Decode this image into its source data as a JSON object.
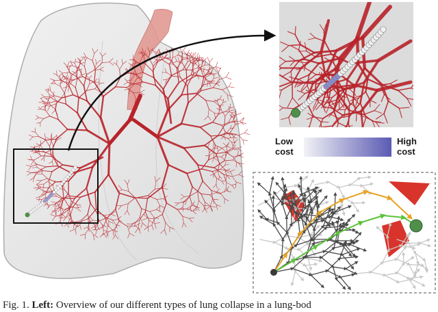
{
  "figure": {
    "legend": {
      "low_line1": "Low",
      "low_line2": "cost",
      "high_line1": "High",
      "high_line2": "cost",
      "gradient_from": "#f2f2f6",
      "gradient_to": "#5a5ab4"
    },
    "colors": {
      "airway": "#b8232a",
      "lung_outline": "#bdbdbd",
      "artery": "#e39a93",
      "tree_dark": "#4a4a4a",
      "tree_light": "#c8c8c8",
      "path_orange": "#e8a325",
      "path_green": "#5cc23a",
      "obstacle": "#d9342b",
      "goal": "#4f8f4a"
    },
    "icons": [
      "curved-arrow-icon",
      "zoom-box-icon",
      "start-node-icon",
      "goal-node-icon"
    ]
  },
  "caption": {
    "prefix": "Fig. 1.",
    "bold": "Left:",
    "text": " Overview of our different types of lung collapse in a lung-bod"
  }
}
